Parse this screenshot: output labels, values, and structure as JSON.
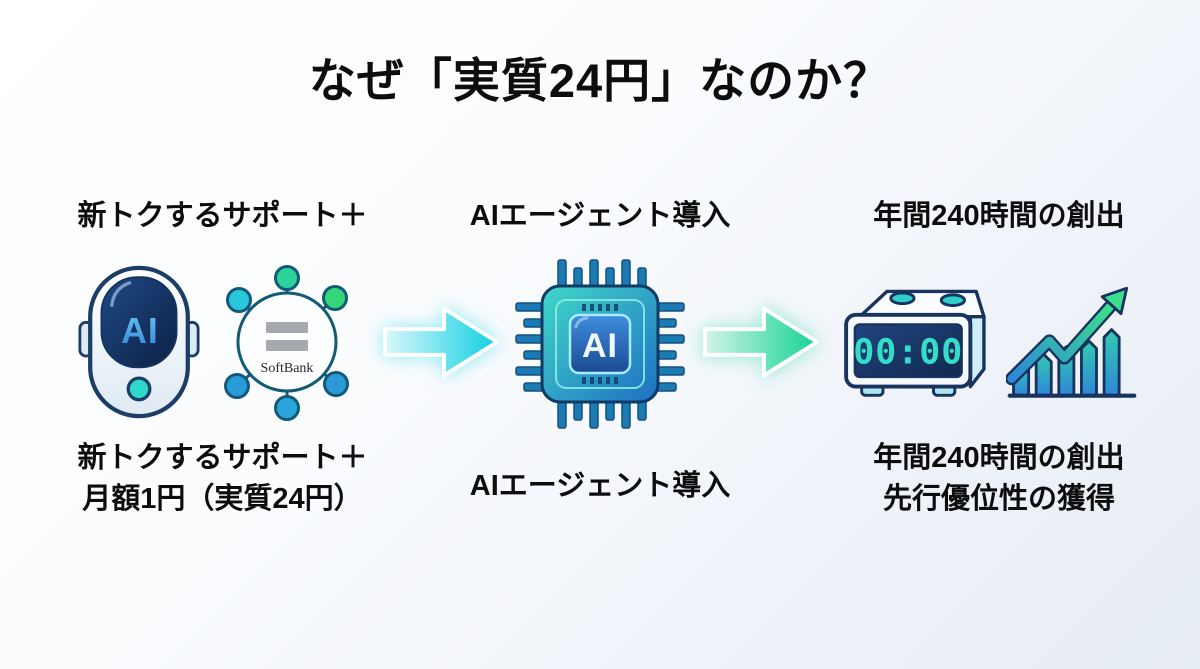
{
  "title": "なぜ「実質24円」なのか？",
  "steps": [
    {
      "top_label": "新トクするサポート＋",
      "bottom_lines": [
        "新トクするサポート＋",
        "月額1円（実質24円）"
      ],
      "icon_labels": {
        "robot_screen": "AI",
        "network_hub": "SoftBank"
      }
    },
    {
      "top_label": "AIエージェント導入",
      "bottom_lines": [
        "AIエージェント導入"
      ],
      "icon_labels": {
        "chip": "AI"
      }
    },
    {
      "top_label": "年間240時間の創出",
      "bottom_lines": [
        "年間240時間の創出",
        "先行優位性の獲得"
      ],
      "icon_labels": {
        "clock_display": "00:00"
      }
    }
  ],
  "colors": {
    "background_top": "#ffffff",
    "background_bottom": "#e7edf5",
    "text": "#0d0d0d",
    "outline_navy": "#17335e",
    "arrow_cyan": "#10cfe2",
    "arrow_green": "#14d394",
    "teal_accent": "#2ed8cc",
    "chip_blue": "#1f6ec4"
  }
}
